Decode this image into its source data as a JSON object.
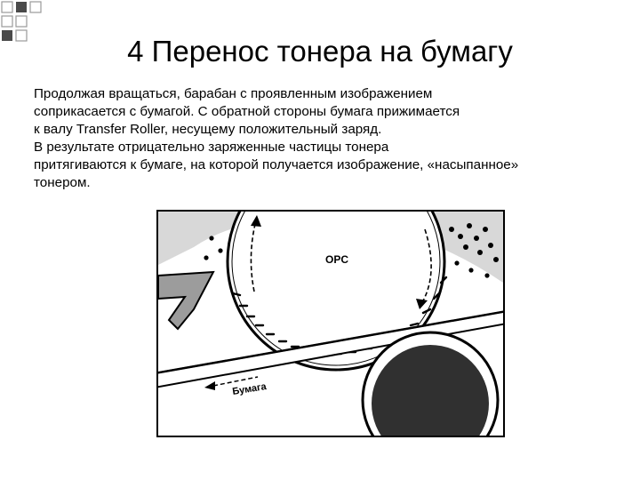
{
  "slide": {
    "title": "4 Перенос тонера на бумагу",
    "paragraph_lines": [
      "Продолжая вращаться, барабан с проявленным изображением",
      " соприкасается с бумагой. С обратной стороны бумага прижимается",
      " к валу Transfer Roller, несущему положительный заряд.",
      " В результате отрицательно заряженные частицы тонера",
      "притягиваются к бумаге, на которой получается изображение, «насыпанное»",
      " тонером."
    ]
  },
  "figure": {
    "drum_label": "OPC",
    "paper_label": "Бумага"
  },
  "colors": {
    "deco_square_fill": "#4a4a4a",
    "deco_square_outline": "#9a9a9a",
    "drum_shade": "#c8c8c8",
    "roller_dark": "#303030",
    "pointer_gray": "#9c9c9c"
  }
}
